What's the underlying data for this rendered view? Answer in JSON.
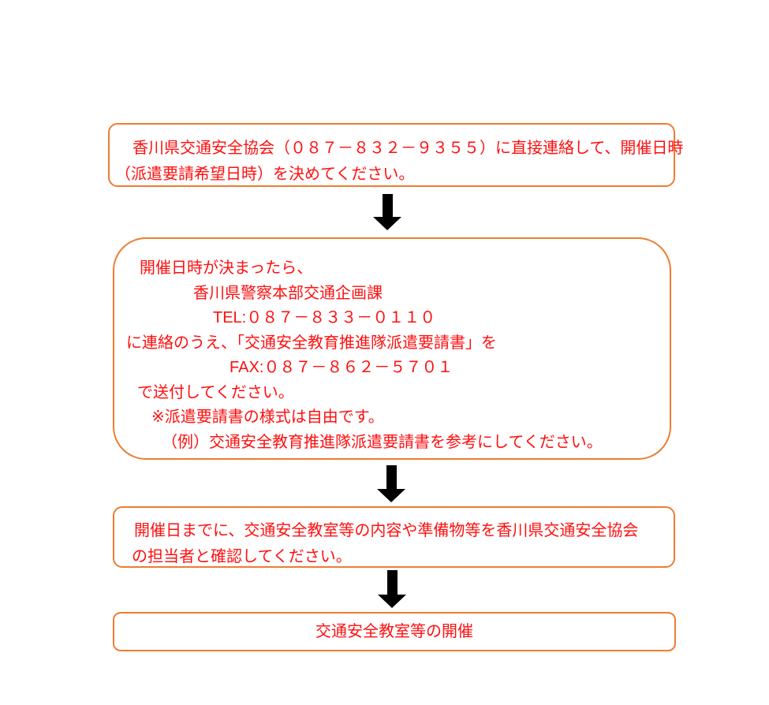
{
  "colors": {
    "box_border": "#ED7D31",
    "text": "#FF0F0F",
    "arrow": "#000000",
    "background": "#FFFFFF"
  },
  "flowchart": {
    "step1": {
      "lines": [
        "香川県交通安全協会（０８７－８３２－９３５５）に直接連絡して、開催日時",
        "（派遣要請希望日時）を決めてください。"
      ]
    },
    "step2": {
      "lines": [
        "開催日時が決まったら、",
        "香川県警察本部交通企画課",
        "TEL:０８７－８３３－０１１０",
        "に連絡のうえ、「交通安全教育推進隊派遣要請書」を",
        "FAX:０８７－８６２－５７０１",
        "で送付してください。",
        "※派遣要請書の様式は自由です。",
        "（例）交通安全教育推進隊派遣要請書を参考にしてください。"
      ]
    },
    "step3": {
      "lines": [
        "開催日までに、交通安全教室等の内容や準備物等を香川県交通安全協会",
        "の担当者と確認してください。"
      ]
    },
    "step4": {
      "label": "交通安全教室等の開催"
    }
  }
}
